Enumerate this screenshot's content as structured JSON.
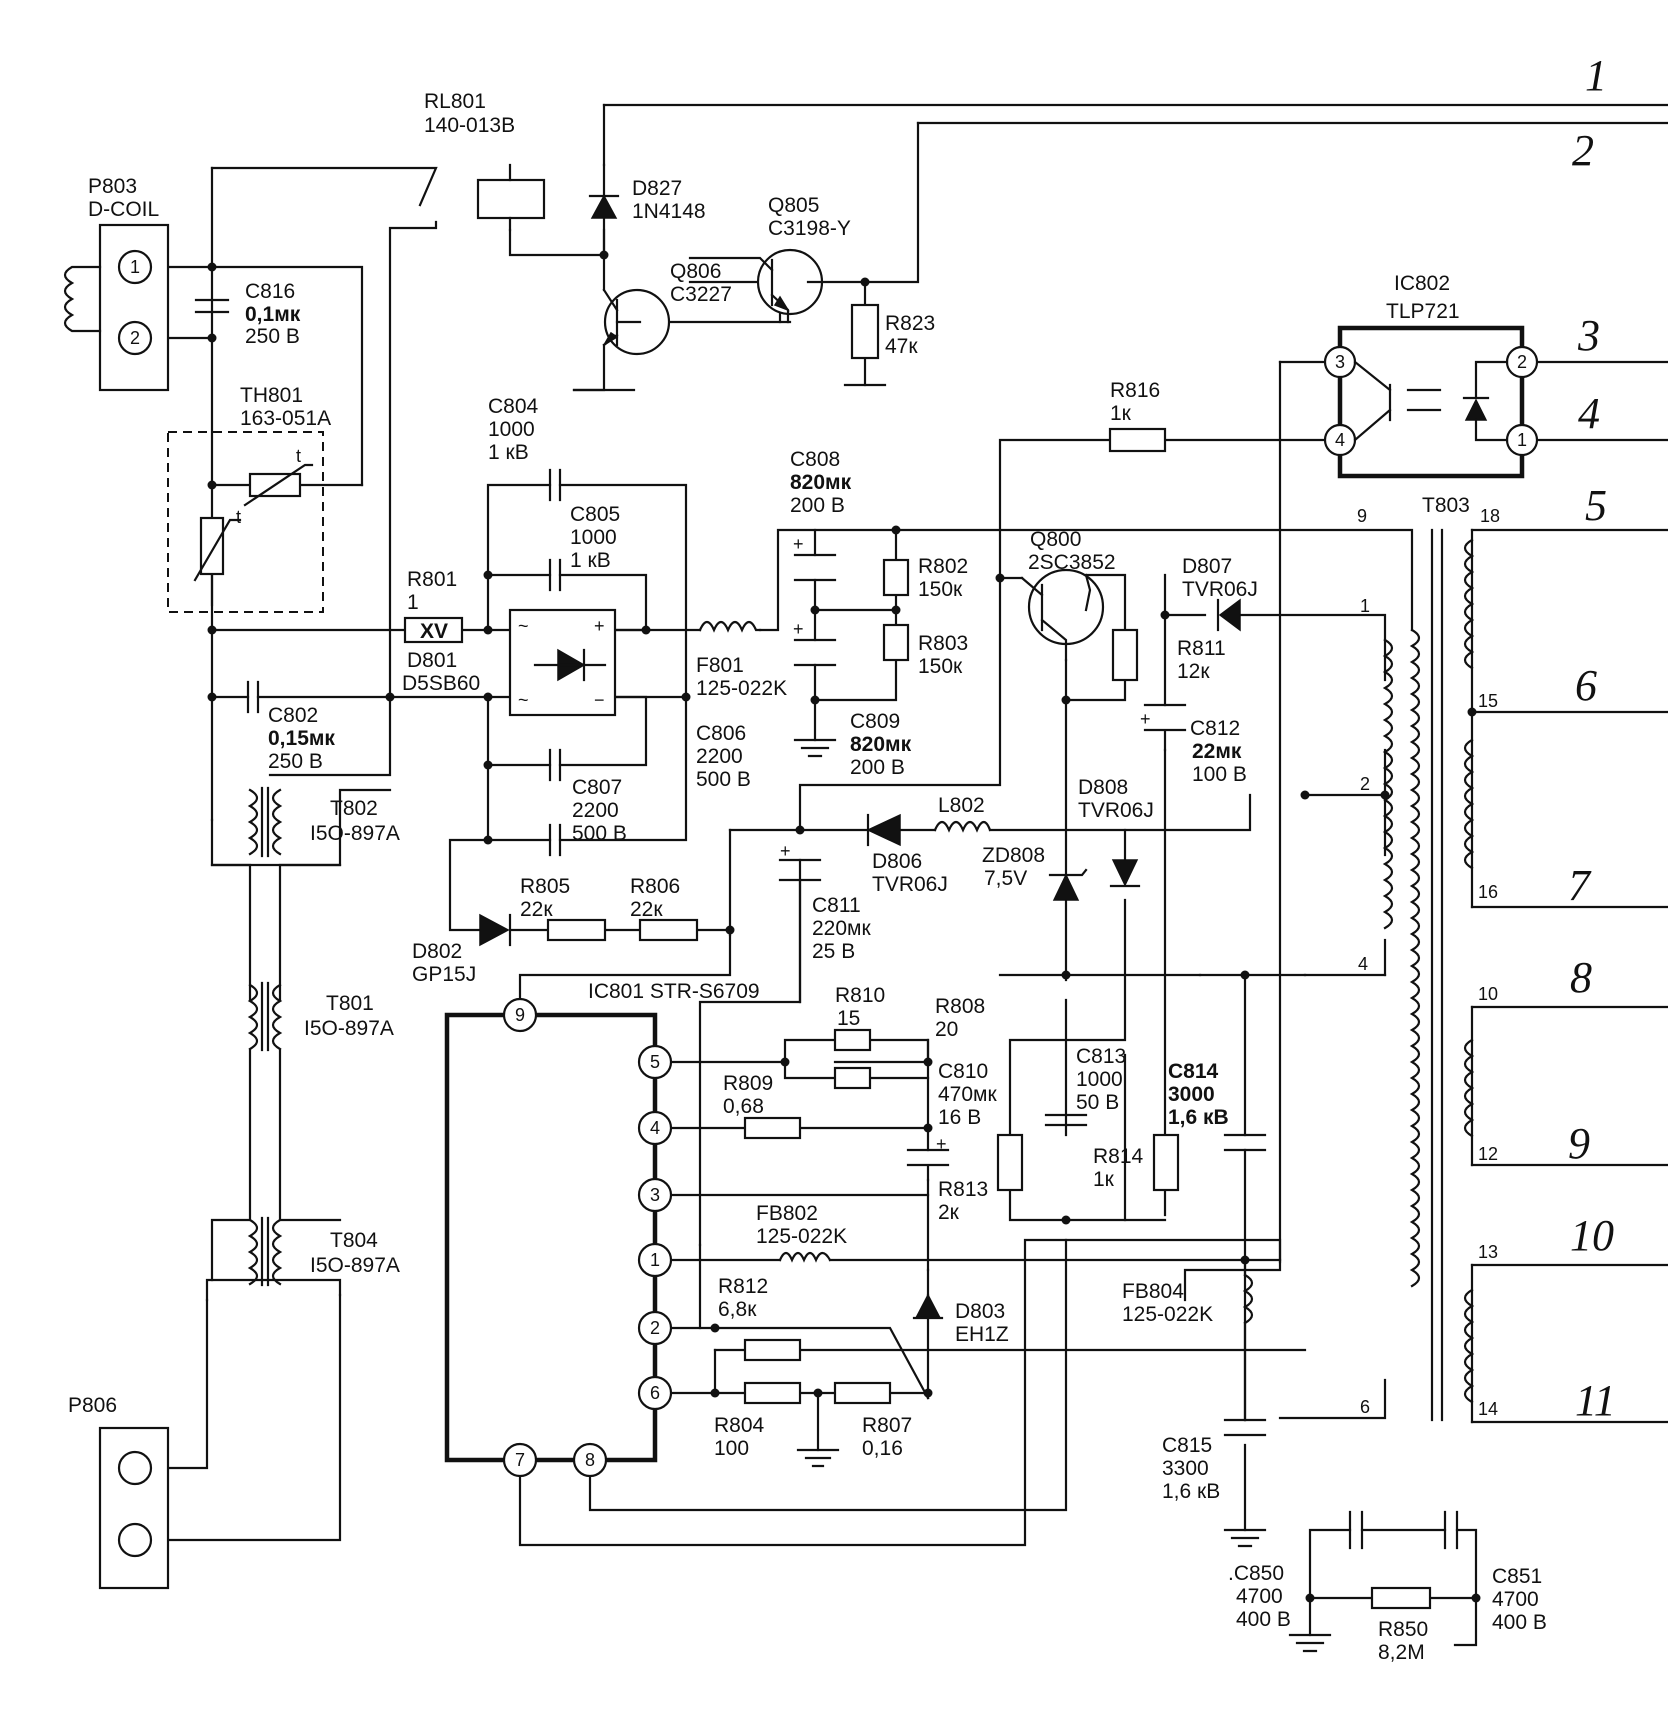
{
  "components": {
    "p803": {
      "ref": "P803",
      "value": "D-COIL",
      "pin1": "1",
      "pin2": "2"
    },
    "rl801": {
      "ref": "RL801",
      "value": "140-013B"
    },
    "d827": {
      "ref": "D827",
      "value": "1N4148"
    },
    "q805": {
      "ref": "Q805",
      "value": "C3198-Y"
    },
    "q806": {
      "ref": "Q806",
      "value": "C3227"
    },
    "r823": {
      "ref": "R823",
      "value": "47к"
    },
    "c816": {
      "ref": "C816",
      "value": "0,1мк",
      "voltage": "250 В"
    },
    "th801": {
      "ref": "TH801",
      "value": "163-051A",
      "t": "t"
    },
    "c804": {
      "ref": "C804",
      "value": "1000",
      "voltage": "1 кВ"
    },
    "c805": {
      "ref": "C805",
      "value": "1000",
      "voltage": "1 кВ"
    },
    "r801": {
      "ref": "R801",
      "value": "1",
      "mark": "XV"
    },
    "d801": {
      "ref": "D801",
      "value": "D5SB60",
      "plus": "+",
      "minus": "−",
      "ac": "~"
    },
    "c802": {
      "ref": "C802",
      "value": "0,15мк",
      "voltage": "250 В"
    },
    "c806": {
      "ref": "C806",
      "value": "2200",
      "voltage": "500 В"
    },
    "c807": {
      "ref": "C807",
      "value": "2200",
      "voltage": "500 В"
    },
    "c808": {
      "ref": "C808",
      "value": "820мк",
      "voltage": "200 В"
    },
    "c809": {
      "ref": "C809",
      "value": "820мк",
      "voltage": "200 В"
    },
    "r802": {
      "ref": "R802",
      "value": "150к"
    },
    "r803": {
      "ref": "R803",
      "value": "150к"
    },
    "f801": {
      "ref": "F801",
      "value": "125-022K"
    },
    "r816": {
      "ref": "R816",
      "value": "1к"
    },
    "ic802": {
      "ref": "IC802",
      "value": "TLP721"
    },
    "q800": {
      "ref": "Q800",
      "value": "2SC3852"
    },
    "d807": {
      "ref": "D807",
      "value": "TVR06J"
    },
    "r811": {
      "ref": "R811",
      "value": "12к"
    },
    "c812": {
      "ref": "C812",
      "value": "22мк",
      "voltage": "100 В"
    },
    "t803": {
      "ref": "T803"
    },
    "t802": {
      "ref": "T802",
      "value": "I5O-897A"
    },
    "t801": {
      "ref": "T801",
      "value": "I5O-897A"
    },
    "t804": {
      "ref": "T804",
      "value": "I5O-897A"
    },
    "d808": {
      "ref": "D808",
      "value": "TVR06J"
    },
    "l802": {
      "ref": "L802"
    },
    "d806": {
      "ref": "D806",
      "value": "TVR06J"
    },
    "zd808": {
      "ref": "ZD808",
      "value": "7,5V"
    },
    "c811": {
      "ref": "C811",
      "value": "220мк",
      "voltage": "25 В"
    },
    "r805": {
      "ref": "R805",
      "value": "22к"
    },
    "r806": {
      "ref": "R806",
      "value": "22к"
    },
    "d802": {
      "ref": "D802",
      "value": "GP15J"
    },
    "ic801": {
      "label": "IC801 STR-S6709"
    },
    "r810": {
      "ref": "R810",
      "value": "15"
    },
    "r808": {
      "ref": "R808",
      "value": "20"
    },
    "r809": {
      "ref": "R809",
      "value": "0,68"
    },
    "c810": {
      "ref": "C810",
      "value": "470мк",
      "voltage": "16 В"
    },
    "r813": {
      "ref": "R813",
      "value": "2к"
    },
    "c813": {
      "ref": "C813",
      "value": "1000",
      "voltage": "50 В"
    },
    "c814": {
      "ref": "C814",
      "value": "3000",
      "voltage": "1,6 кВ"
    },
    "r814": {
      "ref": "R814",
      "value": "1к"
    },
    "fb802": {
      "ref": "FB802",
      "value": "125-022K"
    },
    "fb804": {
      "ref": "FB804",
      "value": "125-022K"
    },
    "r812": {
      "ref": "R812",
      "value": "6,8к"
    },
    "d803": {
      "ref": "D803",
      "value": "EH1Z"
    },
    "r804": {
      "ref": "R804",
      "value": "100"
    },
    "r807": {
      "ref": "R807",
      "value": "0,16"
    },
    "c815": {
      "ref": "C815",
      "value": "3300",
      "voltage": "1,6 кВ"
    },
    "c850": {
      "ref": ".C850",
      "value": "4700",
      "voltage": "400 В"
    },
    "c851": {
      "ref": "C851",
      "value": "4700",
      "voltage": "400 В"
    },
    "r850": {
      "ref": "R850",
      "value": "8,2M"
    },
    "p806": {
      "ref": "P806"
    }
  },
  "ic801_pins": [
    "9",
    "5",
    "4",
    "3",
    "1",
    "2",
    "6",
    "7",
    "8"
  ],
  "ic802_pins": [
    "3",
    "4",
    "2",
    "1"
  ],
  "t803_pins": [
    "9",
    "1",
    "2",
    "4",
    "6",
    "18",
    "15",
    "16",
    "10",
    "12",
    "13",
    "14"
  ],
  "outputs": [
    "1",
    "2",
    "3",
    "4",
    "5",
    "6",
    "7",
    "8",
    "9",
    "10",
    "11"
  ],
  "symbols": {
    "plus": "+"
  }
}
